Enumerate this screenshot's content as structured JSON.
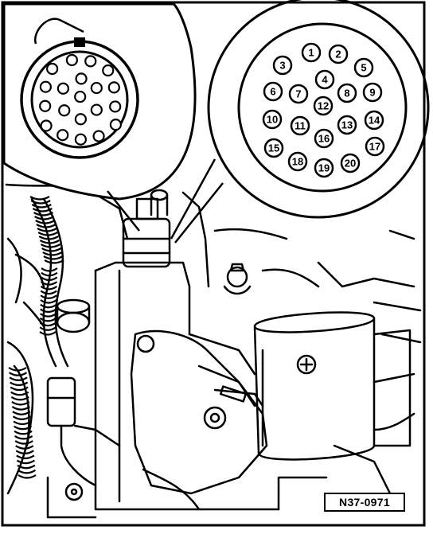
{
  "figure": {
    "reference_code": "N37-0971",
    "connector_pins": [
      "1",
      "2",
      "3",
      "4",
      "5",
      "6",
      "7",
      "8",
      "9",
      "10",
      "11",
      "12",
      "13",
      "14",
      "15",
      "16",
      "17",
      "18",
      "19",
      "20"
    ]
  },
  "colors": {
    "line": "#000000",
    "background": "#ffffff"
  }
}
